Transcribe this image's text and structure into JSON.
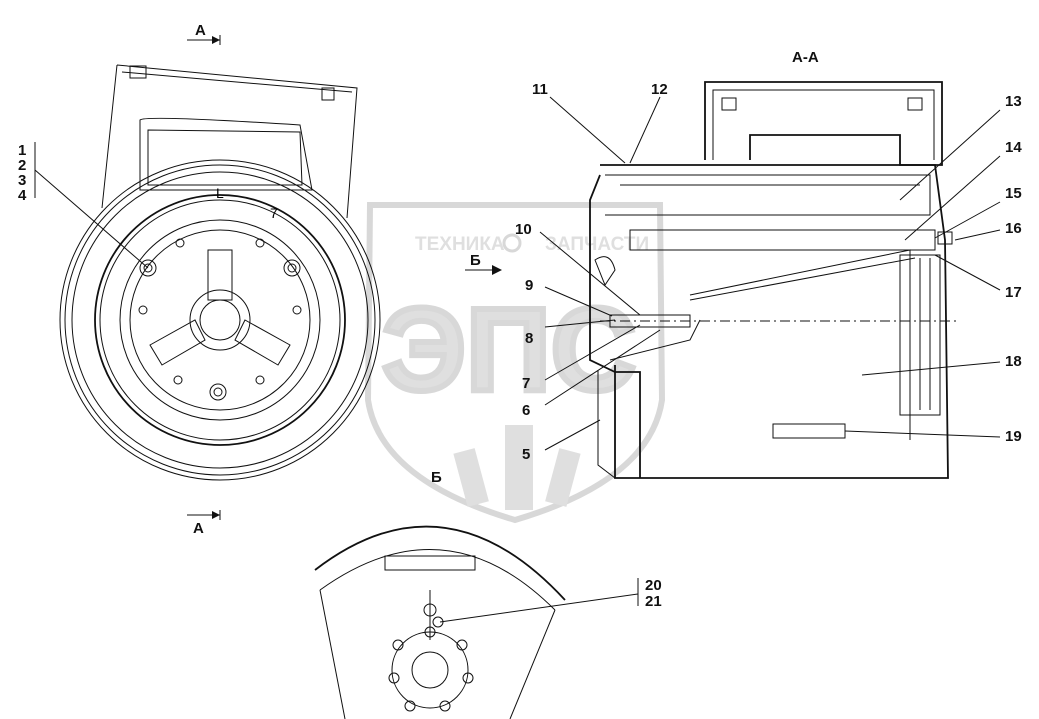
{
  "watermark": {
    "brand_text": "ТЕХНИКА",
    "brand_text_2": "ЗАПЧАСТИ",
    "logo_text": "ЭПС"
  },
  "section": {
    "marker_top": "А",
    "marker_bottom": "А",
    "view_title": "А-А",
    "view_b_arrow": "Б",
    "view_b_label": "Б"
  },
  "callouts": {
    "c1": "1",
    "c2": "2",
    "c3": "3",
    "c4": "4",
    "c5": "5",
    "c6": "6",
    "c7": "7",
    "c8": "8",
    "c9": "9",
    "c10": "10",
    "c11": "11",
    "c12": "12",
    "c13": "13",
    "c14": "14",
    "c15": "15",
    "c16": "16",
    "c17": "17",
    "c18": "18",
    "c19": "19",
    "c20": "20",
    "c21": "21"
  }
}
